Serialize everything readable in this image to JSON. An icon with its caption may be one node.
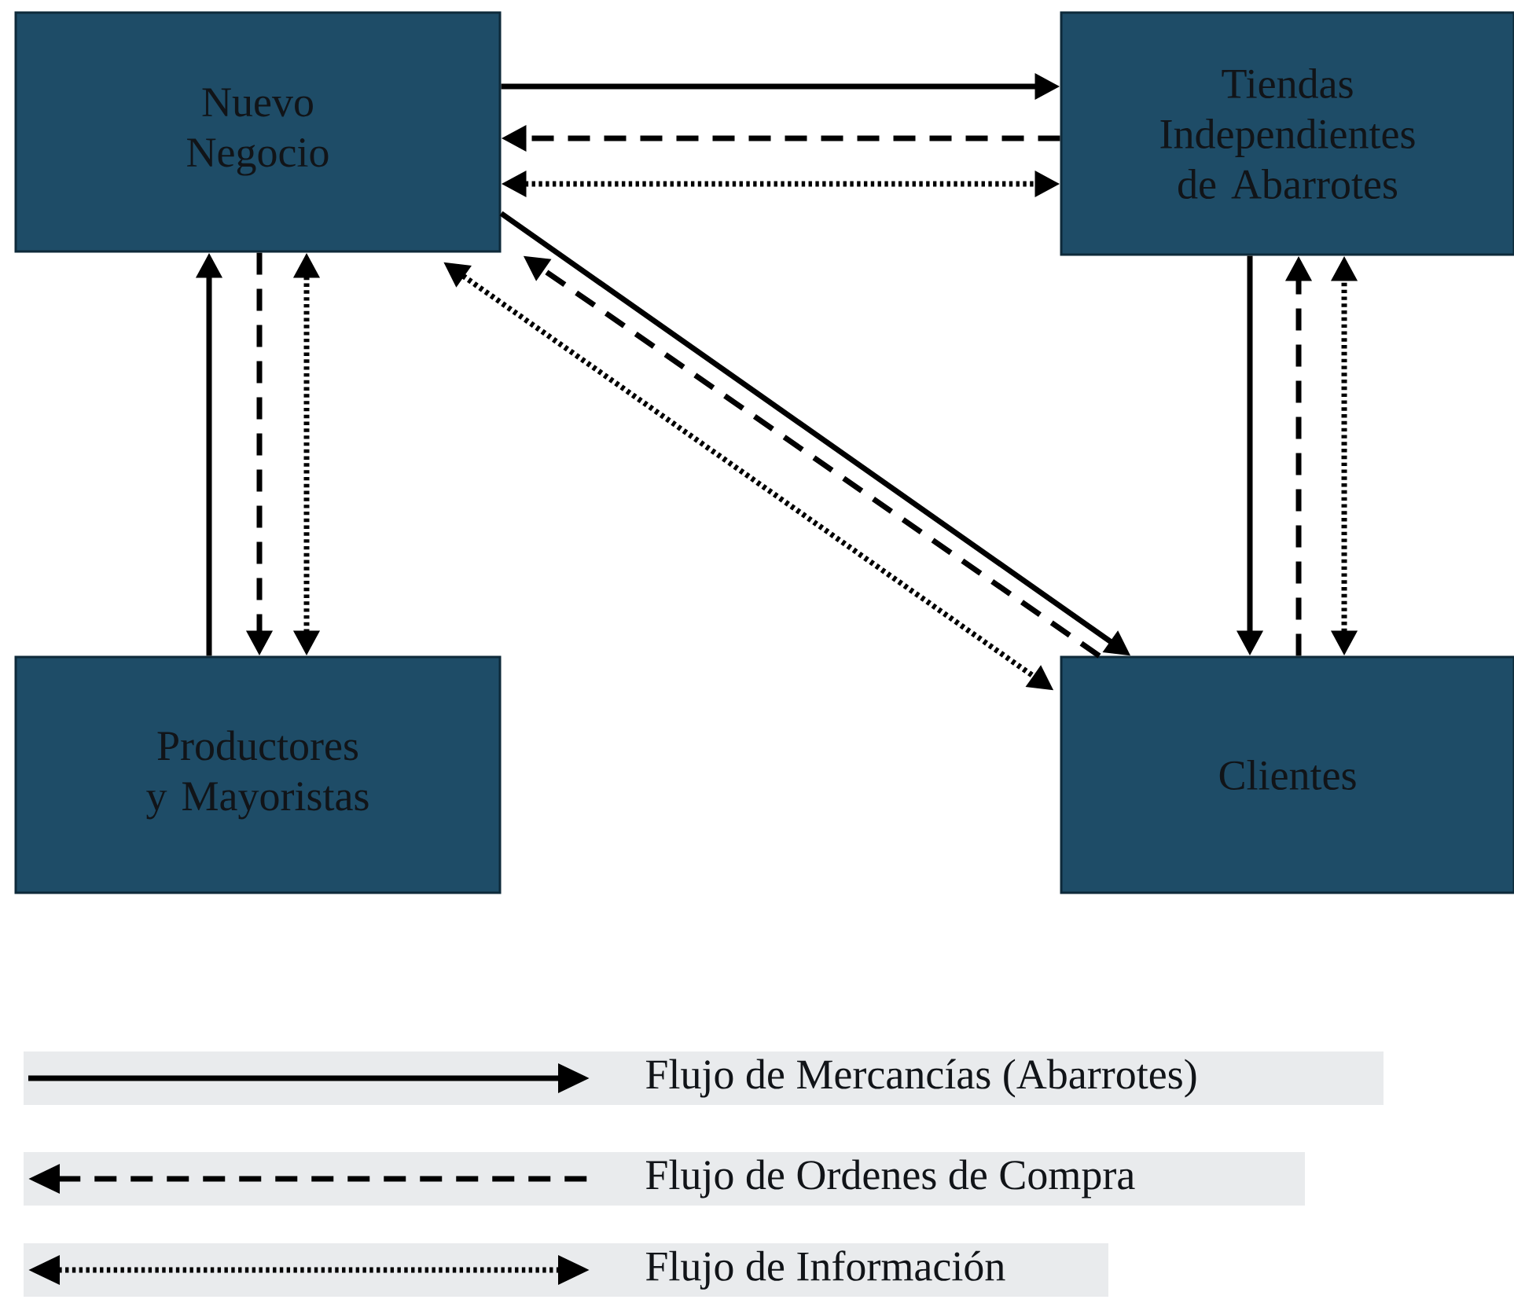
{
  "diagram": {
    "nodes": [
      {
        "text": [
          "Nuevo Negocio"
        ]
      },
      {
        "text": [
          "Tiendas Independientes de Abarrotes"
        ]
      },
      {
        "text": [
          "Productores y Mayoristas"
        ]
      },
      {
        "text": [
          "Clientes"
        ]
      }
    ],
    "edges": [
      {
        "from": 0,
        "to": 1,
        "arrow": "to"
      },
      {
        "from": 1,
        "to": 0,
        "arrow": "to",
        "style": "dashed"
      },
      {
        "from": 0,
        "to": 1,
        "arrow": "both",
        "style": "dashed"
      },
      {
        "from": 2,
        "to": 0,
        "arrow": "to"
      },
      {
        "from": 0,
        "to": 2,
        "arrow": "to",
        "style": "dashed"
      },
      {
        "from": 0,
        "to": 2,
        "arrow": "both",
        "style": "dashed"
      },
      {
        "from": 0,
        "to": 3,
        "arrow": "to"
      },
      {
        "from": 3,
        "to": 0,
        "arrow": "to",
        "style": "dashed"
      },
      {
        "from": 0,
        "to": 3,
        "arrow": "both",
        "style": "dashed"
      },
      {
        "from": 1,
        "to": 3,
        "arrow": "to"
      },
      {
        "from": 3,
        "to": 1,
        "arrow": "to",
        "style": "dashed"
      },
      {
        "from": 3,
        "to": 1,
        "arrow": "both",
        "style": "dashed"
      }
    ],
    "legend": [
      {
        "text": "Flujo de Mercancías (Abarrotes)"
      },
      {
        "text": "Flujo de Ordenes de Compra"
      },
      {
        "text": "Flujo de Información"
      }
    ]
  }
}
